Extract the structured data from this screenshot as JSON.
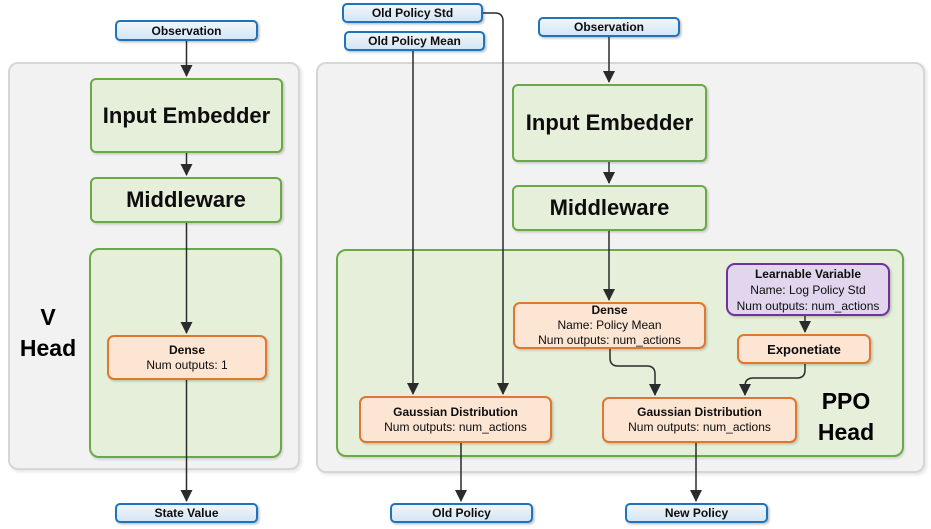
{
  "colors": {
    "blue_border": "#1e73bd",
    "blue_fill": "#dcebf7",
    "green_border": "#6aaa46",
    "green_fill": "#e5efda",
    "orange_border": "#e0762f",
    "orange_fill": "#fce5d3",
    "purple_border": "#7030a0",
    "purple_fill": "#e2d6ee",
    "container_gray_fill": "#f2f2f2",
    "container_gray_border": "#d6d6d6",
    "arrow": "#2b2b2b"
  },
  "v_head": {
    "label_line1": "V",
    "label_line2": "Head",
    "observation_label": "Observation",
    "input_embedder_label": "Input Embedder",
    "middleware_label": "Middleware",
    "dense": {
      "title": "Dense",
      "line1": "Num outputs: 1"
    },
    "state_value_label": "State Value"
  },
  "ppo_head": {
    "label_line1": "PPO",
    "label_line2": "Head",
    "old_policy_std_label": "Old Policy Std",
    "old_policy_mean_label": "Old Policy Mean",
    "observation_label": "Observation",
    "input_embedder_label": "Input Embedder",
    "middleware_label": "Middleware",
    "dense_policy_mean": {
      "title": "Dense",
      "line1": "Name: Policy Mean",
      "line2": "Num outputs: num_actions"
    },
    "learnable_variable": {
      "title": "Learnable Variable",
      "line1": "Name: Log Policy Std",
      "line2": "Num outputs: num_actions"
    },
    "exponetiate_label": "Exponetiate",
    "gaussian_distribution_old": {
      "title": "Gaussian Distribution",
      "line1": "Num outputs: num_actions"
    },
    "gaussian_distribution_new": {
      "title": "Gaussian Distribution",
      "line1": "Num outputs: num_actions"
    },
    "old_policy_label": "Old Policy",
    "new_policy_label": "New Policy"
  }
}
